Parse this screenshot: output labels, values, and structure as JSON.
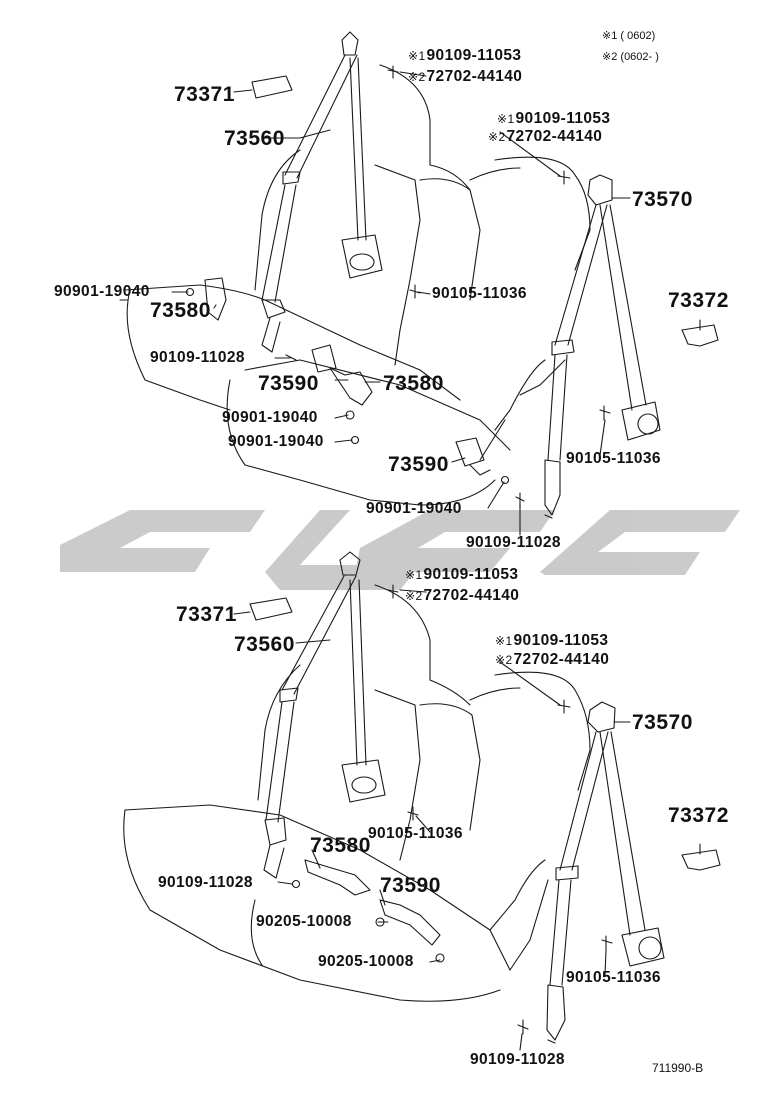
{
  "legend": {
    "note1": {
      "mark": "※1",
      "text": "(      0602)"
    },
    "note2": {
      "mark": "※2",
      "text": "(0602-      )"
    }
  },
  "top": {
    "p73371": "73371",
    "p73560": "73560",
    "p73570": "73570",
    "p73372": "73372",
    "p73580a": "73580",
    "p73580b": "73580",
    "p73590a": "73590",
    "p73590b": "73590",
    "mark1a": "※1",
    "pn90109_11053a": "90109-11053",
    "mark2a": "※2",
    "pn72702_44140a": "72702-44140",
    "mark1b": "※1",
    "pn90109_11053b": "90109-11053",
    "mark2b": "※2",
    "pn72702_44140b": "72702-44140",
    "pn90105_11036a": "90105-11036",
    "pn90105_11036b": "90105-11036",
    "pn90901_19040a": "90901-19040",
    "pn90901_19040b": "90901-19040",
    "pn90901_19040c": "90901-19040",
    "pn90901_19040d": "90901-19040",
    "pn90109_11028a": "90109-11028",
    "pn90109_11028b": "90109-11028"
  },
  "bottom": {
    "p73371": "73371",
    "p73560": "73560",
    "p73570": "73570",
    "p73372": "73372",
    "p73580": "73580",
    "p73590": "73590",
    "mark1a": "※1",
    "pn90109_11053a": "90109-11053",
    "mark2a": "※2",
    "pn72702_44140a": "72702-44140",
    "mark1b": "※1",
    "pn90109_11053b": "90109-11053",
    "mark2b": "※2",
    "pn72702_44140b": "72702-44140",
    "pn90105_11036a": "90105-11036",
    "pn90105_11036b": "90105-11036",
    "pn90109_11028a": "90109-11028",
    "pn90109_11028b": "90109-11028",
    "pn90205_10008a": "90205-10008",
    "pn90205_10008b": "90205-10008"
  },
  "drawing_code": "711990-B",
  "colors": {
    "line": "#1a1a1a",
    "watermark": "#c8c8c8",
    "background": "#ffffff"
  }
}
